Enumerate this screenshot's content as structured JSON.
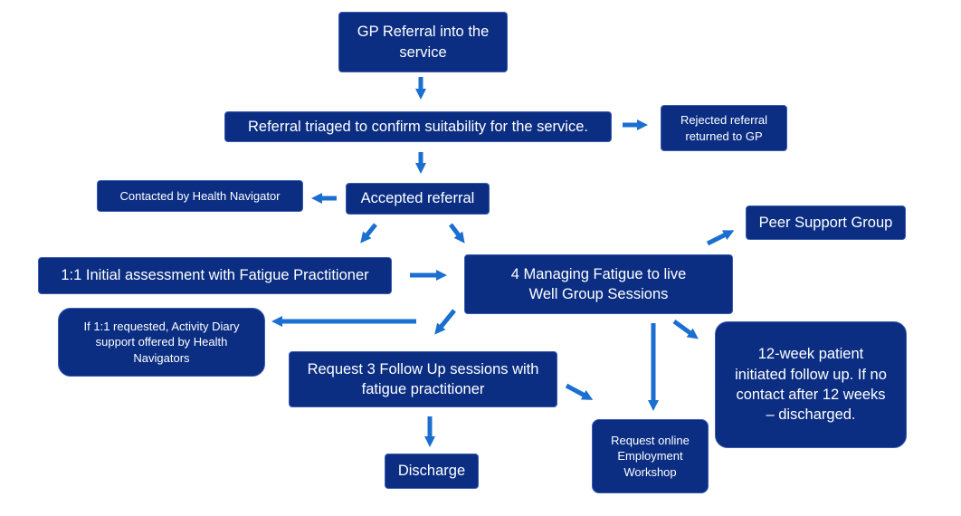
{
  "diagram": {
    "nodes": {
      "gp_referral": "GP Referral into the service",
      "triage": "Referral triaged to confirm suitability for the service.",
      "rejected": "Rejected referral returned to GP",
      "accepted": "Accepted referral",
      "contacted": "Contacted by Health Navigator",
      "peer_support": "Peer Support Group",
      "initial_assessment": "1:1 Initial assessment with Fatigue Practitioner",
      "group_sessions": "4 Managing Fatigue to live Well Group Sessions",
      "activity_diary": "If 1:1 requested, Activity Diary support offered by Health Navigators",
      "follow_up_request": "Request 3 Follow Up sessions with fatigue practitioner",
      "twelve_week": "12-week patient initiated follow up. If no contact after 12 weeks – discharged.",
      "discharge": "Discharge",
      "employment_workshop": "Request online Employment Workshop"
    },
    "arrow_color": "#1a6fd0",
    "box_color": "#0b2e83"
  }
}
